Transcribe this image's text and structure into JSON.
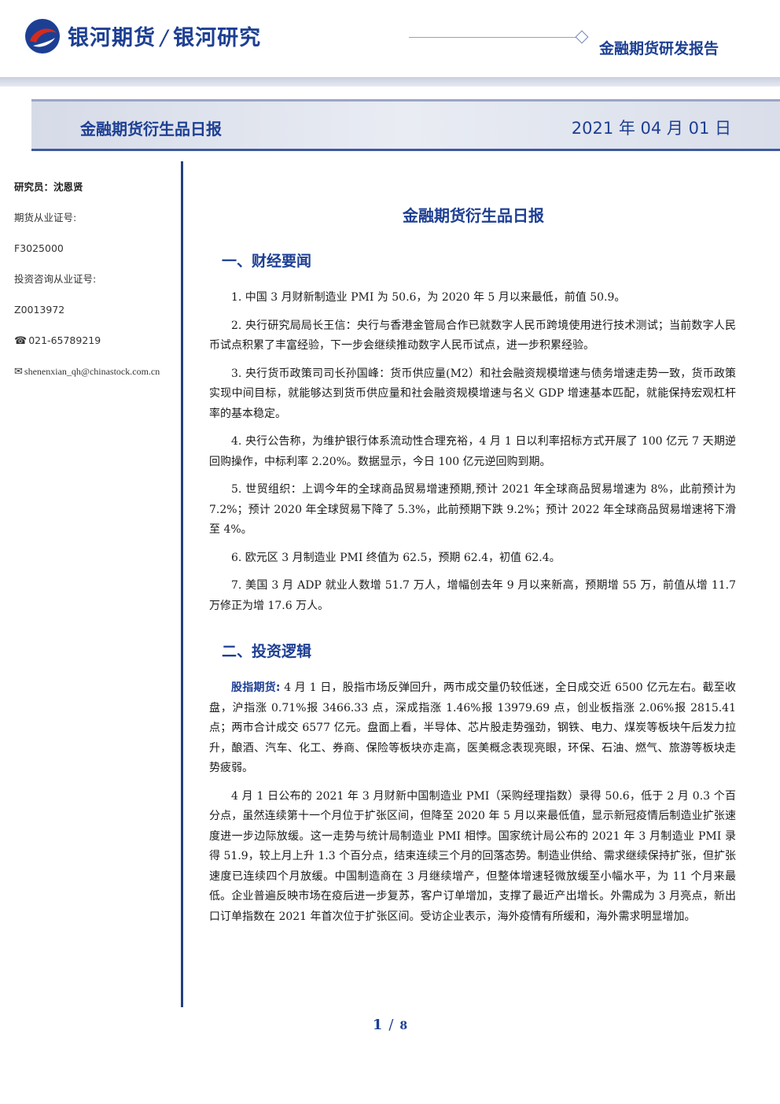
{
  "header": {
    "brand_name": "银河期货",
    "brand_research": "银河研究",
    "report_type": "金融期货研发报告",
    "band_title": "金融期货衍生品日报",
    "date": "2021 年 04 月 01 日",
    "colors": {
      "brand": "#1d3f93",
      "logo_red": "#d52b1e"
    }
  },
  "sidebar": {
    "analyst": "研究员：沈恩贤",
    "futures_cert_label": "期货从业证号:",
    "futures_cert_no": "F3025000",
    "advisory_cert_label": "投资咨询从业证号:",
    "advisory_cert_no": "Z0013972",
    "phone": "021-65789219",
    "email": "shenenxian_qh@chinastock.com.cn",
    "phone_icon": "phone-icon",
    "email_icon": "mail-icon"
  },
  "main": {
    "title": "金融期货衍生品日报",
    "section1": "一、财经要闻",
    "news": [
      "1. 中国 3 月财新制造业 PMI 为 50.6，为 2020 年 5 月以来最低，前值 50.9。",
      "2. 央行研究局局长王信：央行与香港金管局合作已就数字人民币跨境使用进行技术测试；当前数字人民币试点积累了丰富经验，下一步会继续推动数字人民币试点，进一步积累经验。",
      "3. 央行货币政策司司长孙国峰：货币供应量(M2）和社会融资规模增速与债务增速走势一致，货币政策实现中间目标，就能够达到货币供应量和社会融资规模增速与名义 GDP 增速基本匹配，就能保持宏观杠杆率的基本稳定。",
      "4. 央行公告称，为维护银行体系流动性合理充裕，4 月 1 日以利率招标方式开展了 100 亿元 7 天期逆回购操作，中标利率 2.20%。数据显示，今日 100 亿元逆回购到期。",
      "5. 世贸组织：上调今年的全球商品贸易增速预期,预计 2021 年全球商品贸易增速为 8%，此前预计为 7.2%；预计 2020 年全球贸易下降了 5.3%，此前预期下跌 9.2%；预计 2022 年全球商品贸易增速将下滑至 4%。",
      "6. 欧元区 3 月制造业 PMI 终值为 62.5，预期 62.4，初值 62.4。",
      "7. 美国 3 月 ADP 就业人数增 51.7 万人，增幅创去年 9 月以来新高，预期增 55 万，前值从增 11.7 万修正为增 17.6 万人。"
    ],
    "section2": "二、投资逻辑",
    "logic_label": "股指期货:",
    "logic_para1": " 4 月 1 日，股指市场反弹回升，两市成交量仍较低迷，全日成交近 6500 亿元左右。截至收盘，沪指涨 0.71%报 3466.33 点，深成指涨 1.46%报 13979.69 点，创业板指涨 2.06%报 2815.41 点；两市合计成交 6577 亿元。盘面上看，半导体、芯片股走势强劲，钢铁、电力、煤炭等板块午后发力拉升，酿酒、汽车、化工、券商、保险等板块亦走高，医美概念表现亮眼，环保、石油、燃气、旅游等板块走势疲弱。",
    "logic_para2": "4 月 1 日公布的 2021 年 3 月财新中国制造业 PMI（采购经理指数）录得 50.6，低于 2 月 0.3 个百分点，虽然连续第十一个月位于扩张区间，但降至 2020 年 5 月以来最低值，显示新冠疫情后制造业扩张速度进一步边际放缓。这一走势与统计局制造业 PMI 相悖。国家统计局公布的 2021 年 3 月制造业 PMI 录得 51.9，较上月上升 1.3 个百分点，结束连续三个月的回落态势。制造业供给、需求继续保持扩张，但扩张速度已连续四个月放缓。中国制造商在 3 月继续增产，但整体增速轻微放缓至小幅水平，为 11 个月来最低。企业普遍反映市场在疫后进一步复苏，客户订单增加，支撑了最近产出增长。外需成为 3 月亮点，新出口订单指数在 2021 年首次位于扩张区间。受访企业表示，海外疫情有所缓和，海外需求明显增加。"
  },
  "footer": {
    "page": "1",
    "separator": "/",
    "total": "8"
  }
}
